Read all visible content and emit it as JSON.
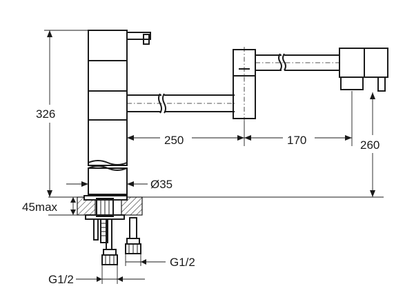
{
  "dimensions": {
    "height_total": "326",
    "spout_reach_1": "250",
    "spout_reach_2": "170",
    "spout_height": "260",
    "body_diameter": "Ø35",
    "deck_thickness": "45max",
    "connection_1": "G1/2",
    "connection_2": "G1/2"
  }
}
